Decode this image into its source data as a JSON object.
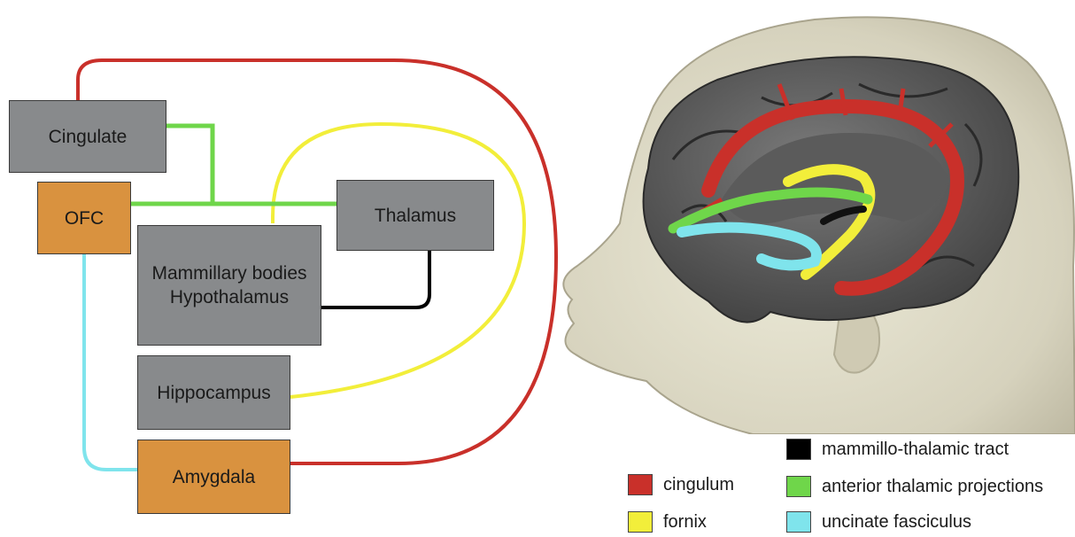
{
  "diagram": {
    "nodes": {
      "cingulate": "Cingulate",
      "ofc": "OFC",
      "thalamus": "Thalamus",
      "mammillary_line1": "Mammillary bodies",
      "mammillary_line2": "Hypothalamus",
      "hippocampus": "Hippocampus",
      "amygdala": "Amygdala"
    },
    "colors": {
      "node_gray": "#888a8c",
      "node_orange": "#d9923f",
      "cingulum": "#c9302a",
      "fornix": "#f2ee3a",
      "anterior_thalamic": "#6fd64a",
      "uncinate": "#7fe4ec",
      "mammillothalamic": "#000000"
    }
  },
  "legend": [
    {
      "label": "cingulum",
      "color": "#c9302a"
    },
    {
      "label": "fornix",
      "color": "#f2ee3a"
    },
    {
      "label": "mammillo-thalamic tract",
      "color": "#000000"
    },
    {
      "label": "anterior thalamic projections",
      "color": "#6fd64a"
    },
    {
      "label": "uncinate fasciculus",
      "color": "#7fe4ec"
    }
  ]
}
